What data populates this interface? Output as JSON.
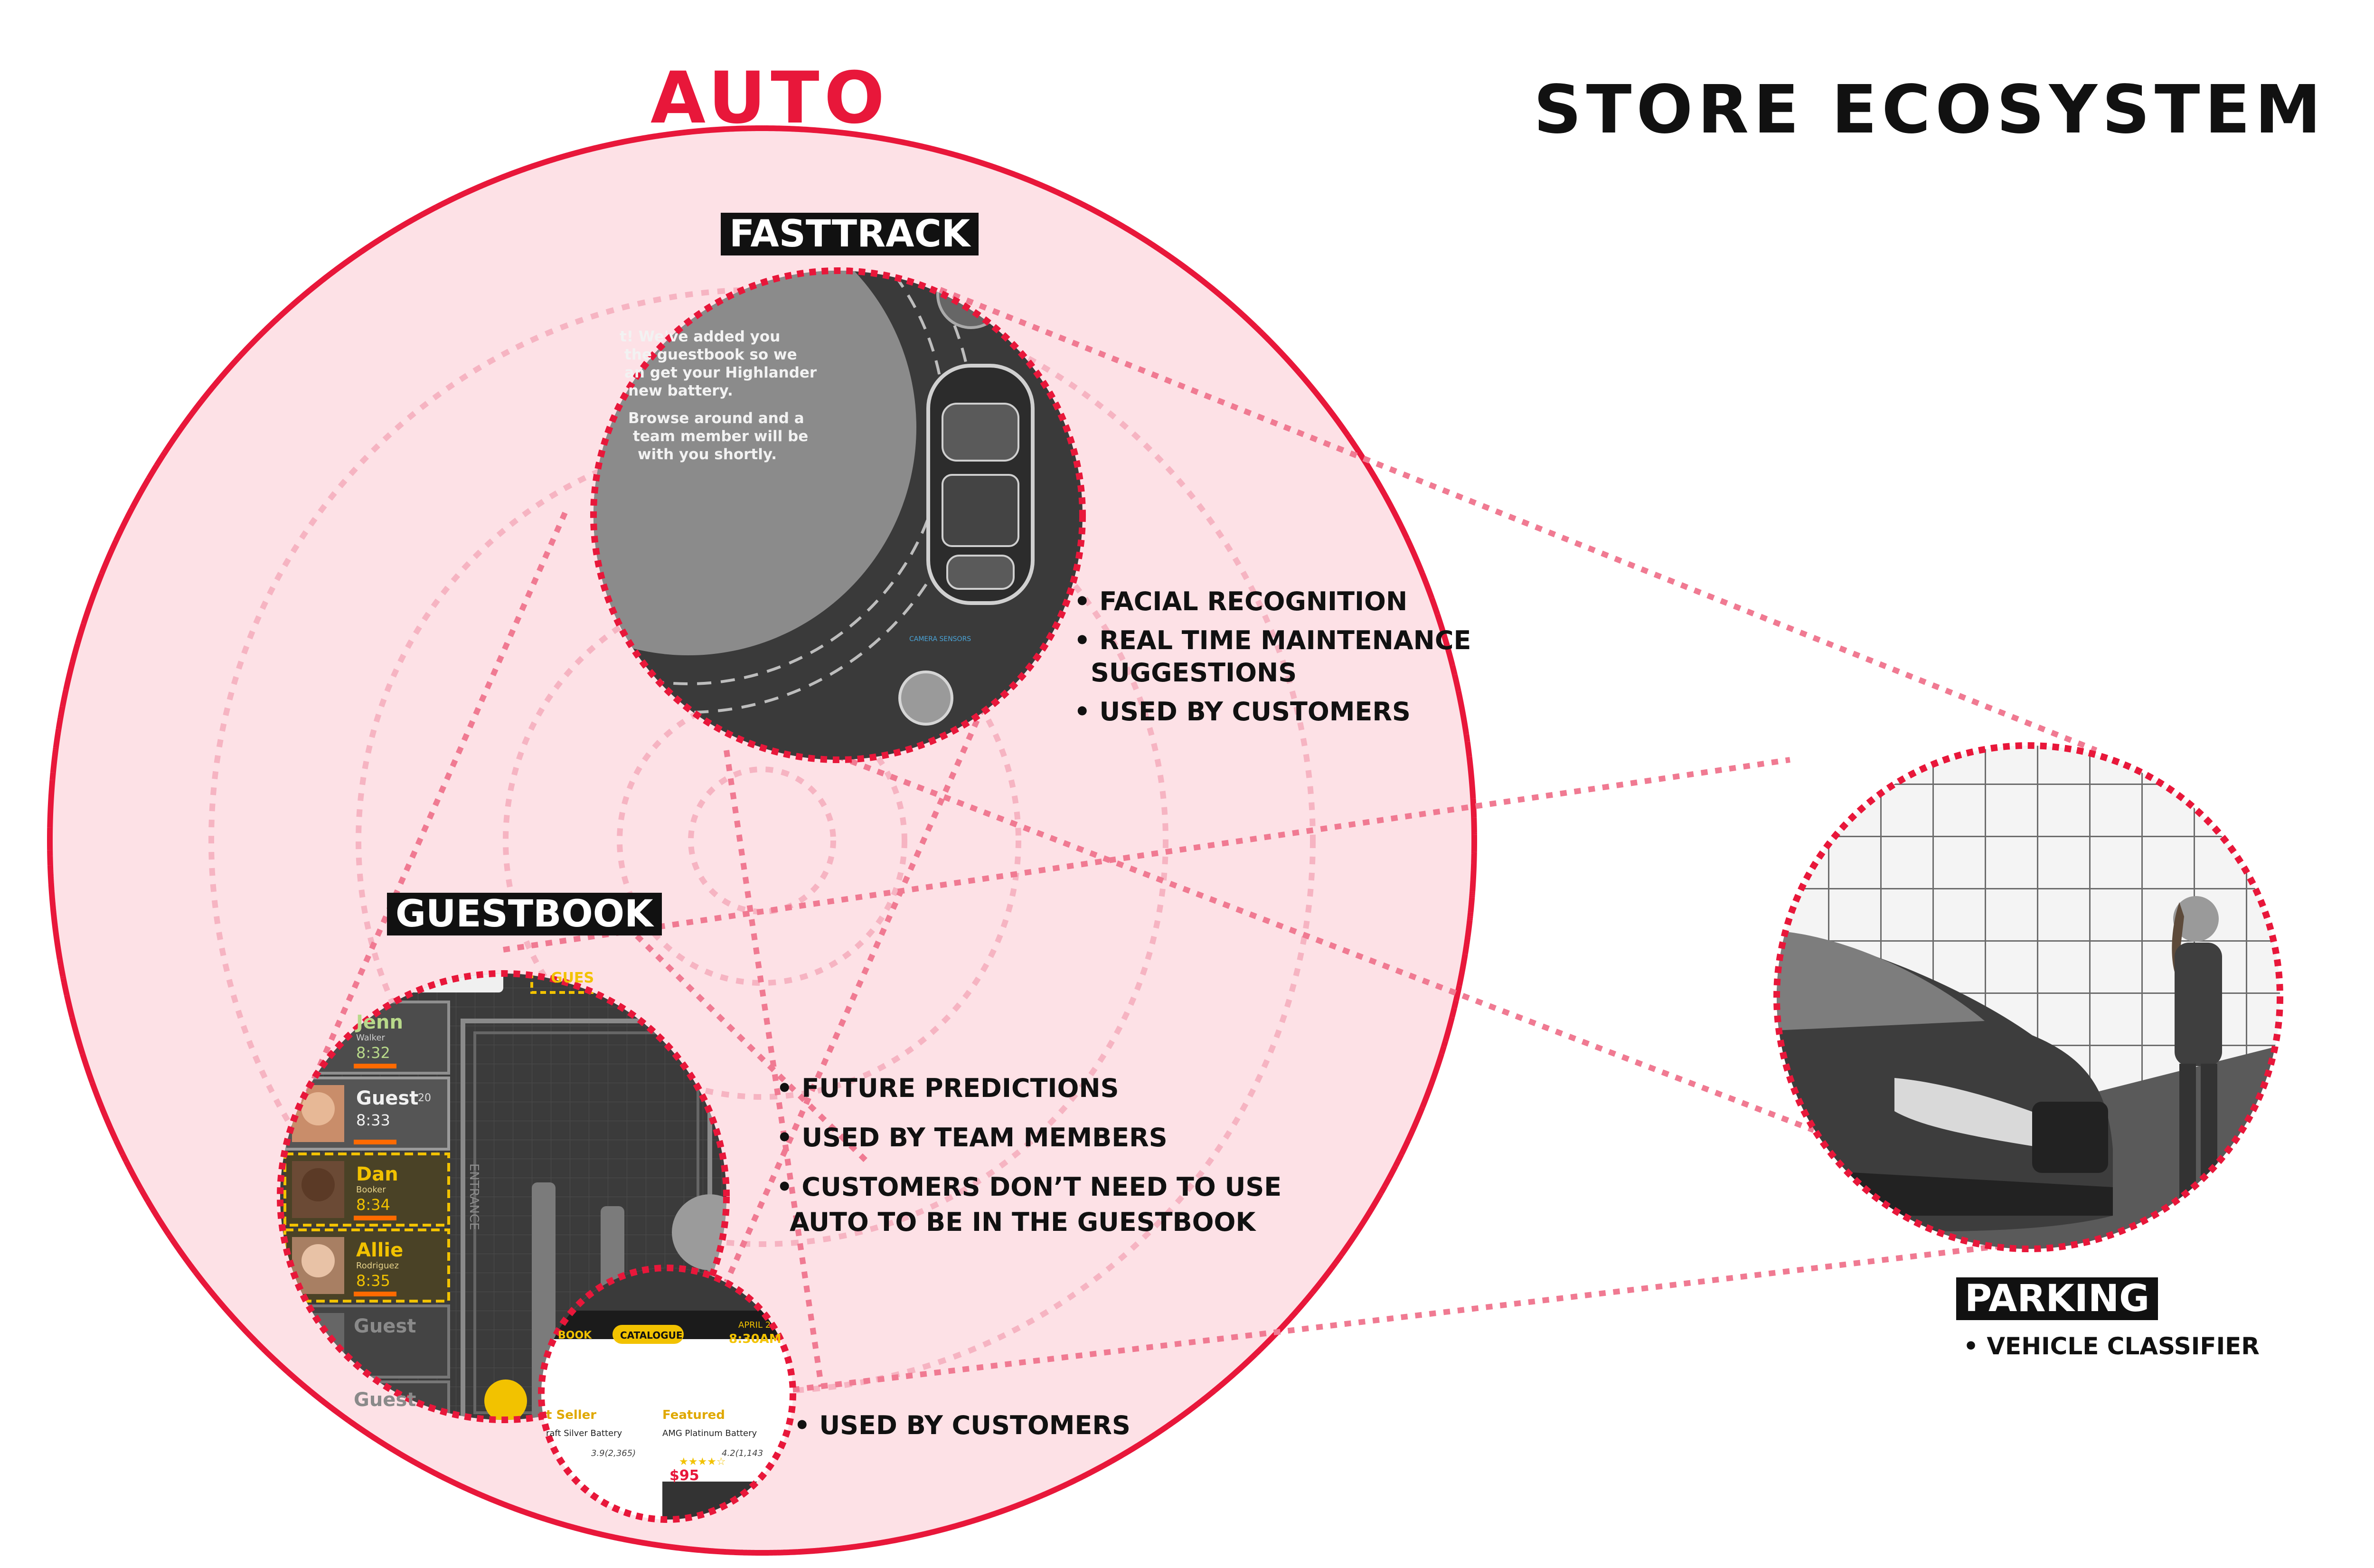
{
  "titles": {
    "auto": "AUTO",
    "store_ecosystem": "STORE ECOSYSTEM"
  },
  "labels": {
    "fasttrack": "FASTTRACK",
    "guestbook": "GUESTBOOK",
    "parking": "PARKING"
  },
  "fasttrack_bullets": {
    "b1": "• FACIAL RECOGNITION",
    "b2a": "• REAL TIME MAINTENANCE",
    "b2b": "SUGGESTIONS",
    "b3": "• USED BY CUSTOMERS"
  },
  "guestbook_bullets": {
    "b1": "• FUTURE PREDICTIONS",
    "b2": "• USED BY TEAM MEMBERS",
    "b3a": "• CUSTOMERS DON’T NEED TO USE",
    "b3b": "AUTO TO BE IN THE GUESTBOOK"
  },
  "catalogue_bullets": {
    "b1": "• USED BY CUSTOMERS"
  },
  "parking_bullets": {
    "b1": "• VEHICLE CLASSIFIER"
  },
  "fasttrack_screen": {
    "line1": "t! We've added you",
    "line2": "the guestbook so we",
    "line3": "an get your Highlander",
    "line4": "new battery.",
    "line5": "Browse around and a",
    "line6": "team member will be",
    "line7": "with you shortly."
  },
  "guestbook_screen": {
    "header": "GUES",
    "entries": [
      {
        "name": "Jenn",
        "sub": "Walker",
        "time": "8:32"
      },
      {
        "name": "Guest",
        "sub": "20",
        "time": "8:33"
      },
      {
        "name": "Dan",
        "sub": "Booker",
        "time": "8:34"
      },
      {
        "name": "Allie",
        "sub": "Rodriguez",
        "time": "8:35"
      },
      {
        "name": "Guest",
        "sub": "",
        "time": ""
      },
      {
        "name": "Guest",
        "sub": "",
        "time": ""
      }
    ]
  },
  "catalogue_screen": {
    "book": "BOOK",
    "catalogue": "CATALOGUE",
    "date": "APRIL 2",
    "time": "8:30AM",
    "best_seller": "t Seller",
    "best_item": "raft Silver Battery",
    "best_rating": "3.9(2,365)",
    "featured": "Featured",
    "featured_item": "AMG Platinum Battery",
    "featured_rating": "4.2(1,143",
    "price": "$95"
  },
  "colors": {
    "brand_red": "#e8173a",
    "circle_fill": "#fde1e6",
    "dotted_line": "#f07a92",
    "screen_dark": "#3a3a3a",
    "guestbook_yellow": "#f2c200"
  }
}
